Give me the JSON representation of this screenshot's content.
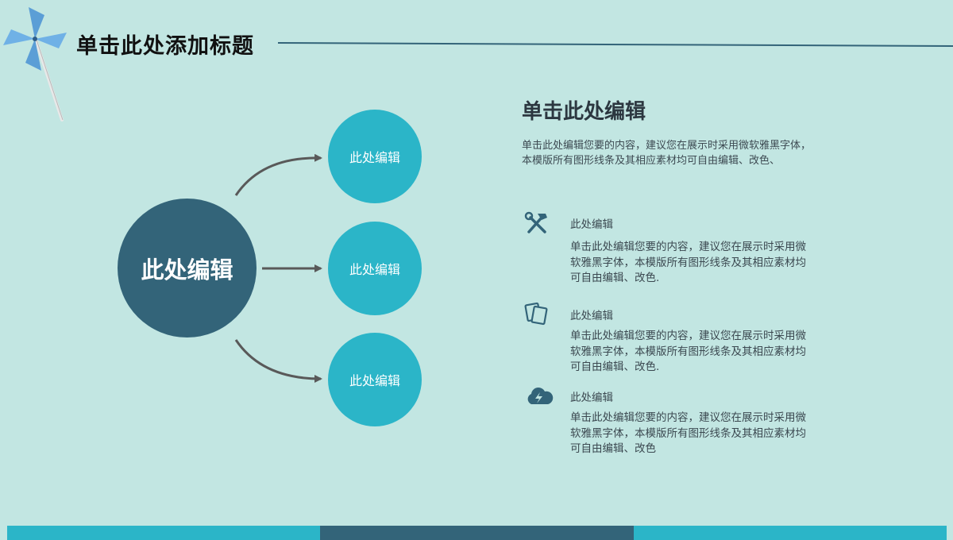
{
  "slide": {
    "title": "单击此处添加标题",
    "colors": {
      "background": "#c2e6e2",
      "primary_dark": "#336479",
      "accent_teal": "#2bb5c8",
      "arrow": "#595959"
    }
  },
  "diagram": {
    "center_label": "此处编辑",
    "branches": [
      {
        "label": "此处编辑"
      },
      {
        "label": "此处编辑"
      },
      {
        "label": "此处编辑"
      }
    ]
  },
  "content": {
    "heading": "单击此处编辑",
    "intro": "单击此处编辑您要的内容，建议您在展示时采用微软雅黑字体，本模版所有图形线条及其相应素材均可自由编辑、改色、",
    "features": [
      {
        "icon": "tools-icon",
        "title": "此处编辑",
        "text": "单击此处编辑您要的内容，建议您在展示时采用微软雅黑字体，本模版所有图形线条及其相应素材均可自由编辑、改色."
      },
      {
        "icon": "cards-icon",
        "title": "此处编辑",
        "text": "单击此处编辑您要的内容，建议您在展示时采用微软雅黑字体，本模版所有图形线条及其相应素材均可自由编辑、改色."
      },
      {
        "icon": "cloud-lightning-icon",
        "title": "此处编辑",
        "text": "单击此处编辑您要的内容，建议您在展示时采用微软雅黑字体，本模版所有图形线条及其相应素材均可自由编辑、改色"
      }
    ]
  },
  "footer": {
    "bar_colors": [
      "#2bb5c8",
      "#336479",
      "#2bb5c8"
    ]
  }
}
